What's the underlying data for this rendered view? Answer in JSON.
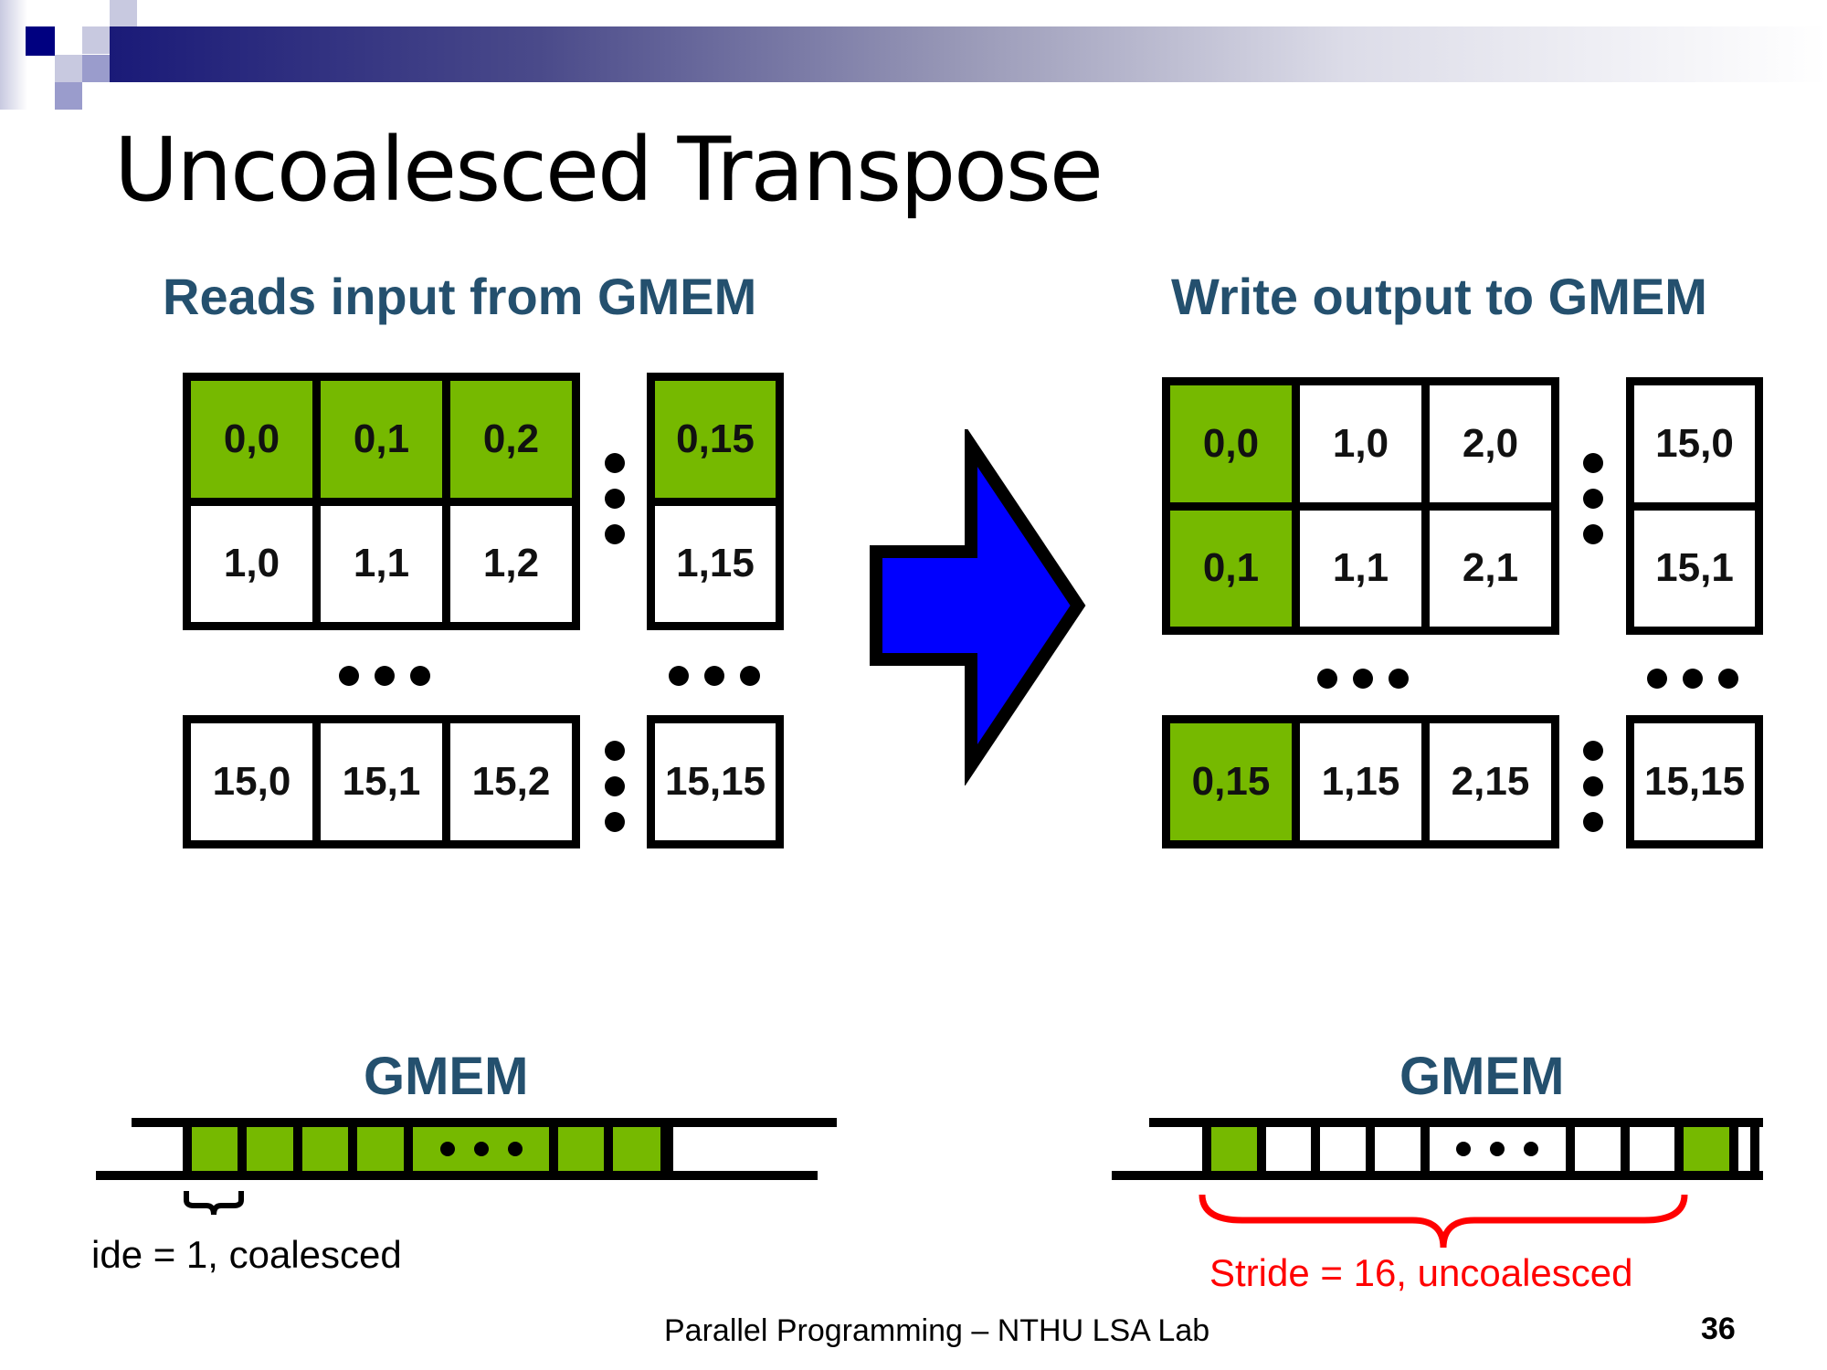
{
  "slide": {
    "title": "Uncoalesced Transpose",
    "footer": "Parallel Programming – NTHU LSA Lab",
    "page_number": "36",
    "colors": {
      "highlight": "#76b900",
      "heading": "#24506e",
      "arrow": "#0000ff",
      "annotation": "#ff0000",
      "banner": "#1f1f7a"
    }
  },
  "left_panel": {
    "heading": "Reads input from GMEM",
    "top_block": [
      [
        "0,0",
        "0,1",
        "0,2"
      ],
      [
        "1,0",
        "1,1",
        "1,2"
      ]
    ],
    "top_last_col": [
      "0,15",
      "1,15"
    ],
    "bottom_block": [
      [
        "15,0",
        "15,1",
        "15,2"
      ]
    ],
    "bottom_last_col": [
      "15,15"
    ],
    "highlighted_row": 0,
    "memory": {
      "label": "GMEM",
      "caption": "ide = 1, coalesced",
      "cells_highlighted": "all"
    }
  },
  "right_panel": {
    "heading": "Write output to GMEM",
    "top_block": [
      [
        "0,0",
        "1,0",
        "2,0"
      ],
      [
        "0,1",
        "1,1",
        "2,1"
      ]
    ],
    "top_last_col": [
      "15,0",
      "15,1"
    ],
    "bottom_block": [
      [
        "0,15",
        "1,15",
        "2,15"
      ]
    ],
    "bottom_last_col": [
      "15,15"
    ],
    "highlighted_col": 0,
    "memory": {
      "label": "GMEM",
      "caption": "Stride = 16, uncoalesced",
      "cells_highlighted": "first and last"
    }
  },
  "arrow": {
    "direction": "right",
    "icon": "block-arrow-right-icon"
  }
}
